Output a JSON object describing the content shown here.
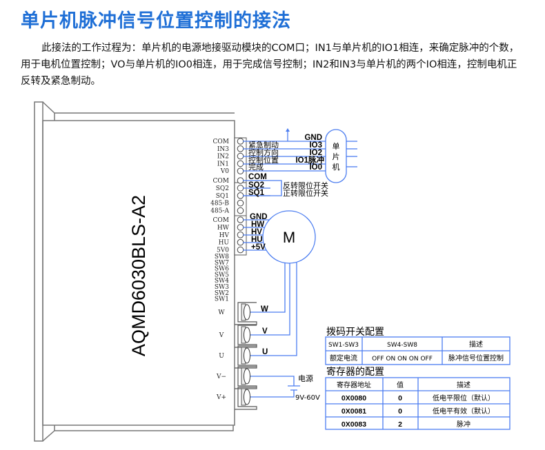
{
  "title": "单片机脉冲信号位置控制的接法",
  "paragraph": "此接法的工作过程为：单片机的电源地接驱动模块的COM口；IN1与单片机的IO1相连，来确定脉冲的个数，用于电机位置控制；VO与单片机的IO0相连，用于完成信号控制；IN2和IN3与单片机的两个IO相连，控制电机正反转及紧急制动。",
  "driver": {
    "model": "AQMD6030BLS-A2",
    "terminals": [
      "COM",
      "IN3",
      "IN2",
      "IN1",
      "V0",
      "COM",
      "SQ2",
      "SQ1",
      "485-B",
      "485-A",
      "COM",
      "HW",
      "HV",
      "HU",
      "5V0",
      "SW8",
      "SW7",
      "SW6",
      "SW5",
      "SW4",
      "SW3",
      "SW2",
      "SW1"
    ],
    "power_terminals": [
      "W",
      "V",
      "U",
      "V−",
      "V+"
    ]
  },
  "signals": {
    "functions": [
      "紧急制动",
      "控制方向",
      "控制位置",
      "完成"
    ],
    "mcu_pins": [
      "GND",
      "IO3",
      "IO2",
      "IO1脉冲",
      "IO0"
    ],
    "mcu_label": [
      "单",
      "片",
      "机"
    ],
    "limit": [
      "COM",
      "SQ2",
      "SQ1"
    ],
    "limit_desc": [
      "反转限位开关",
      "正转限位开关"
    ],
    "hall": [
      "GND",
      "HW",
      "HV",
      "HU",
      "+5V"
    ],
    "motor": "M",
    "phases": [
      "W",
      "V",
      "U"
    ],
    "power_label": "电源",
    "power_range": "9V-60V"
  },
  "dip_table": {
    "title": "拨码开关配置",
    "header": [
      "SW1-SW3",
      "SW4-SW8",
      "描述"
    ],
    "row": [
      "额定电流",
      "OFF ON ON ON OFF",
      "脉冲信号位置控制"
    ]
  },
  "reg_table": {
    "title": "寄存器的配置",
    "header": [
      "寄存器地址",
      "值",
      "描述"
    ],
    "rows": [
      [
        "0X0080",
        "0",
        "低电平限位（默认）"
      ],
      [
        "0X0081",
        "0",
        "低电平有效（默认）"
      ],
      [
        "0X0083",
        "2",
        "脉冲"
      ]
    ]
  },
  "colors": {
    "accent": "#1f6fd6",
    "wire": "#4a7cf0"
  }
}
